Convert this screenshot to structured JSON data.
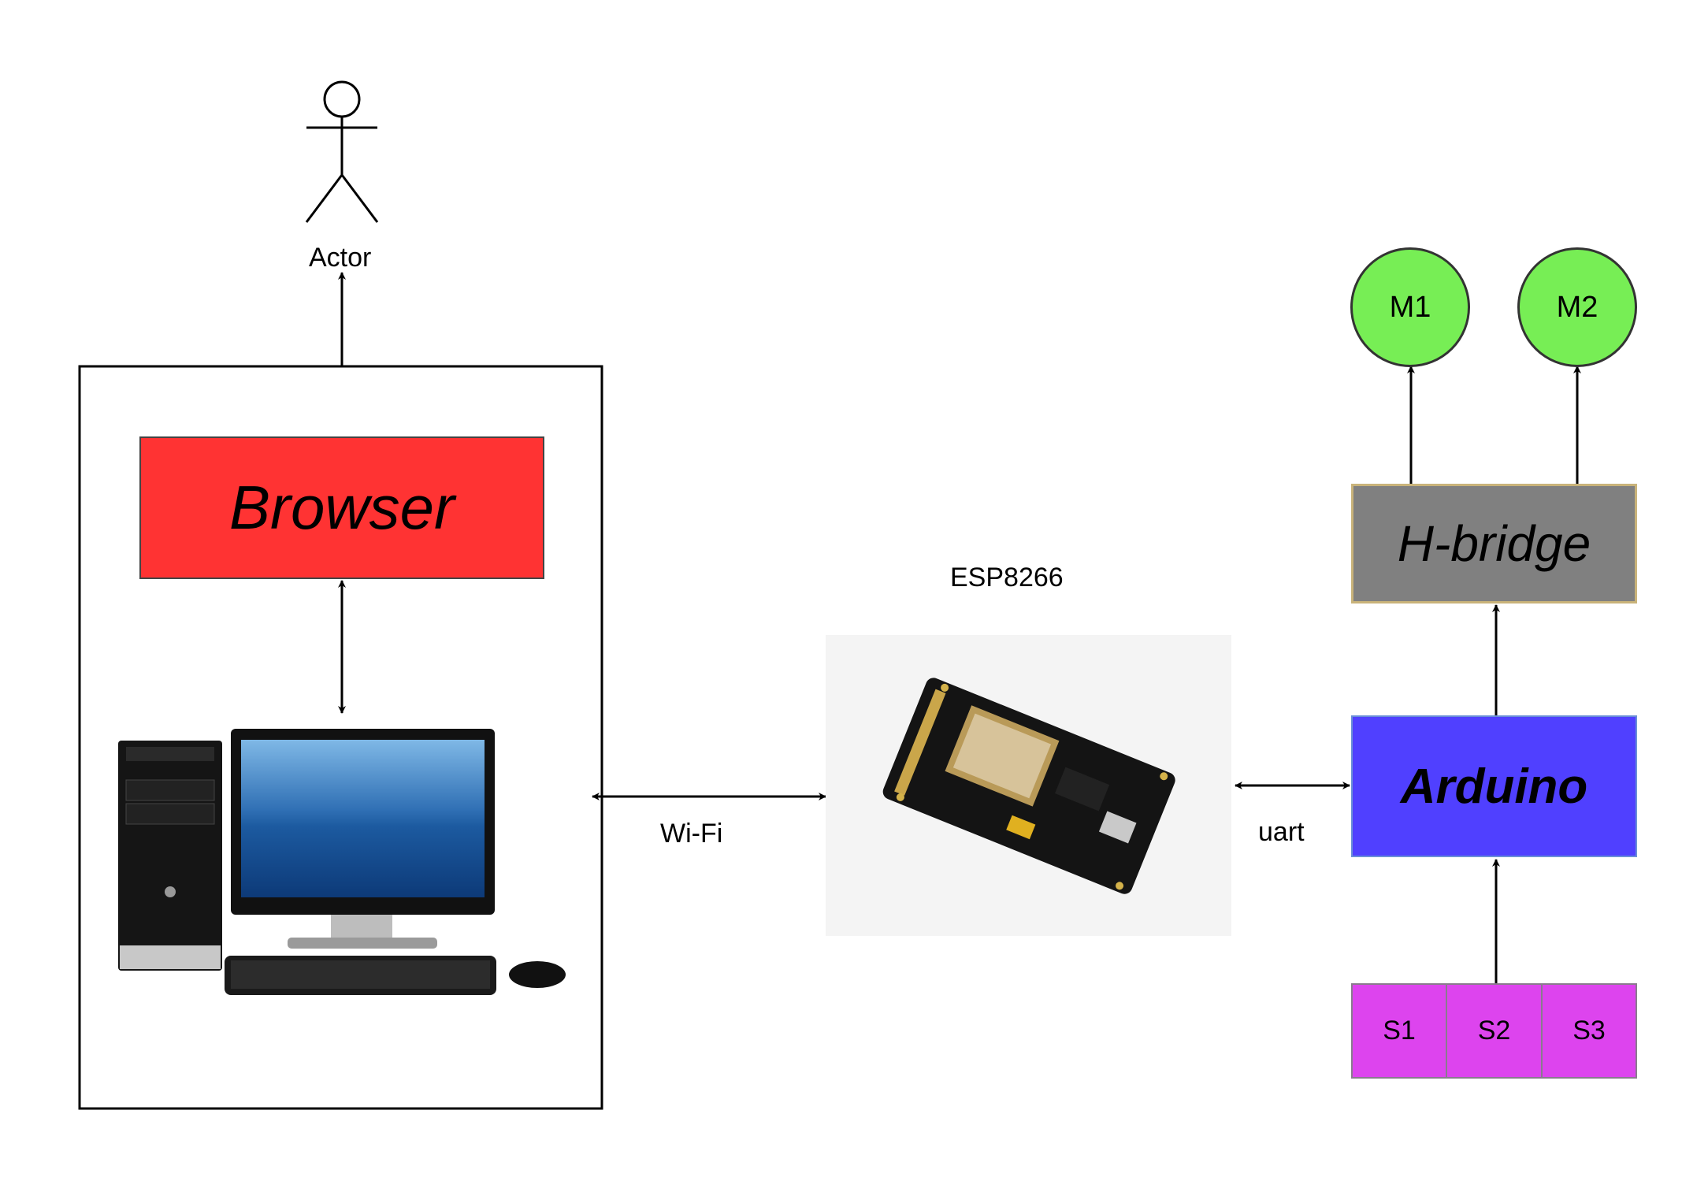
{
  "actor": {
    "label": "Actor"
  },
  "browser": {
    "label": "Browser",
    "color": "#ff3333"
  },
  "esp": {
    "label": "ESP8266"
  },
  "links": {
    "wifi": "Wi-Fi",
    "uart": "uart"
  },
  "arduino": {
    "label": "Arduino",
    "color": "#5040ff"
  },
  "hbridge": {
    "label": "H-bridge",
    "color": "#808080"
  },
  "motors": [
    {
      "label": "M1"
    },
    {
      "label": "M2"
    }
  ],
  "motor_color": "#77ee55",
  "sensors": [
    {
      "label": "S1"
    },
    {
      "label": "S2"
    },
    {
      "label": "S3"
    }
  ],
  "sensor_color": "#dd44ee"
}
